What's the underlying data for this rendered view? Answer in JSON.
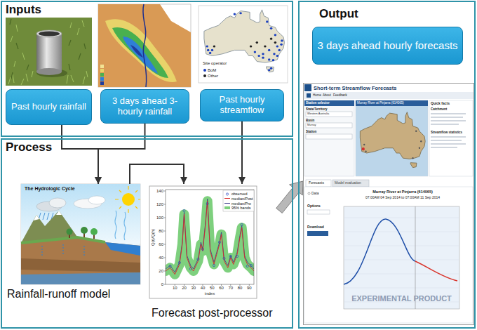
{
  "diagram": {
    "nodes": [
      {
        "text": [
          "Inputs"
        ]
      },
      {
        "text": [
          "Past hourly rainfall"
        ],
        "in": 0
      },
      {
        "text": [
          "3 days ahead 3-hourly rainfall"
        ],
        "in": 0
      },
      {
        "text": [
          "Past hourly streamflow"
        ],
        "in": 0
      },
      {
        "text": [
          "Output"
        ]
      },
      {
        "text": [
          "3 days ahead hourly forecasts"
        ],
        "in": 4
      },
      {
        "text": [
          "Short-term Streamflow Forecasts"
        ],
        "in": 4
      },
      {
        "text": [
          "Process"
        ]
      },
      {
        "text": [
          "The Hydrologic Cycle",
          "Rainfall-runoff model"
        ],
        "in": 7
      },
      {
        "text": [
          "Forecast post-processor"
        ],
        "in": 7
      }
    ],
    "edges": [
      {
        "from": 1,
        "to": 8,
        "arrow": "to"
      },
      {
        "from": 2,
        "to": 8,
        "arrow": "to"
      },
      {
        "from": 3,
        "to": 9,
        "arrow": "to"
      },
      {
        "from": 8,
        "to": 9,
        "arrow": "to"
      },
      {
        "from": 9,
        "to": 6,
        "arrow": "to"
      }
    ],
    "labels": [
      "Site operator",
      "BoM",
      "Other",
      "Home",
      "About",
      "Feedback",
      "Station selector",
      "State/Territory",
      "Western Australia",
      "Basin",
      "Murray",
      "Station",
      "Murray River at Pinjarra (614065)",
      "Quick facts",
      "Catchment",
      "Streamflow statistics",
      "Forecasts",
      "Model evaluation",
      "Data",
      "Options",
      "Download",
      "Murray River at Pinjarra (614065)",
      "07:00AM 04 Sep 2014 to 07:00AM 11 Sep 2014",
      "EXPERIMENTAL PRODUCT",
      "0",
      "20",
      "40",
      "60",
      "80",
      "100",
      "120",
      "140",
      "10",
      "20",
      "30",
      "40",
      "50",
      "60",
      "70",
      "80",
      "90",
      "Q(t)/Q(h)",
      "index"
    ],
    "legend": [
      {
        "text": "observed"
      },
      {
        "text": "median/Post"
      },
      {
        "text": "median/Pre"
      },
      {
        "text": "95% bands",
        "color": "#7ed07e"
      }
    ]
  }
}
